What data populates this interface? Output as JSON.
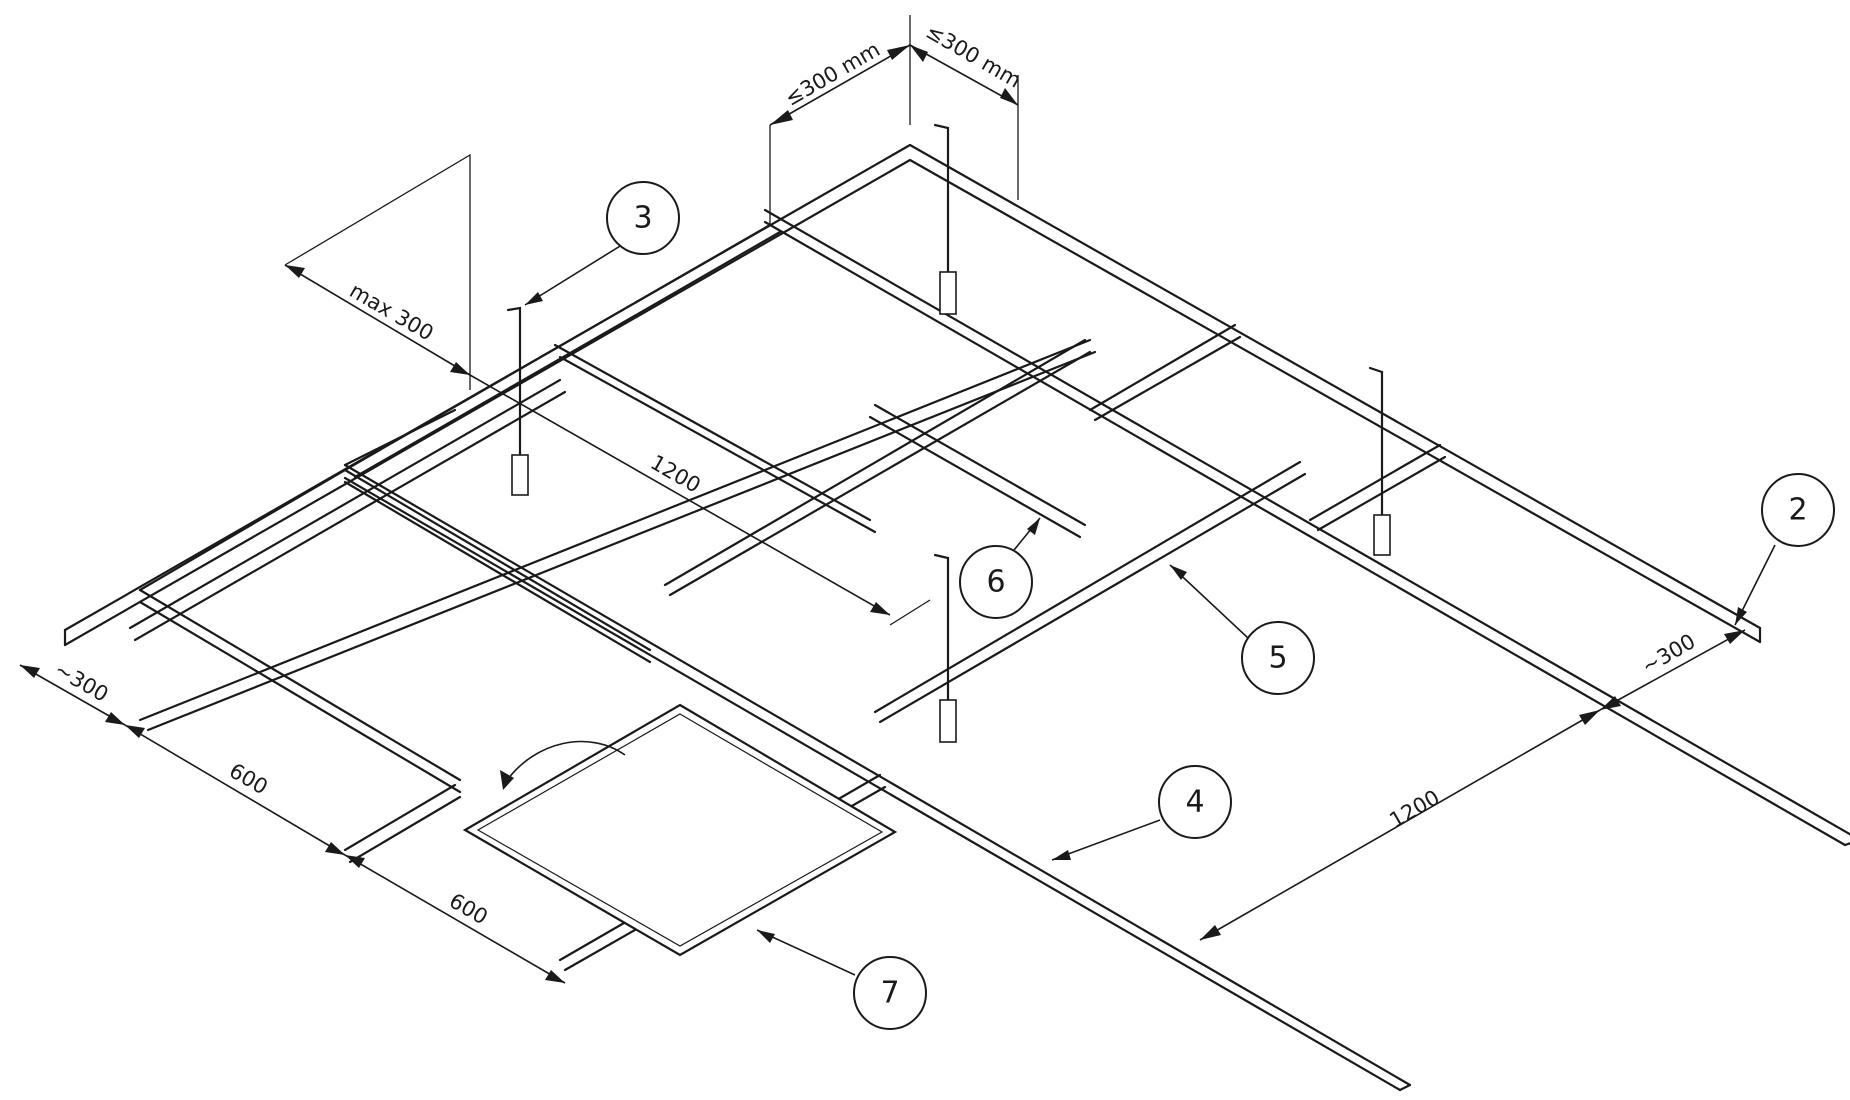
{
  "balloons": {
    "b2": "2",
    "b3": "3",
    "b4": "4",
    "b5": "5",
    "b6": "6",
    "b7": "7"
  },
  "dimensions": {
    "top_left": "≤300 mm",
    "top_right": "≤300 mm",
    "max300": "max 300",
    "d1200_upper": "1200",
    "d1200_lower": "1200",
    "left300": "~300",
    "right300": "~300",
    "d600_a": "600",
    "d600_b": "600"
  }
}
